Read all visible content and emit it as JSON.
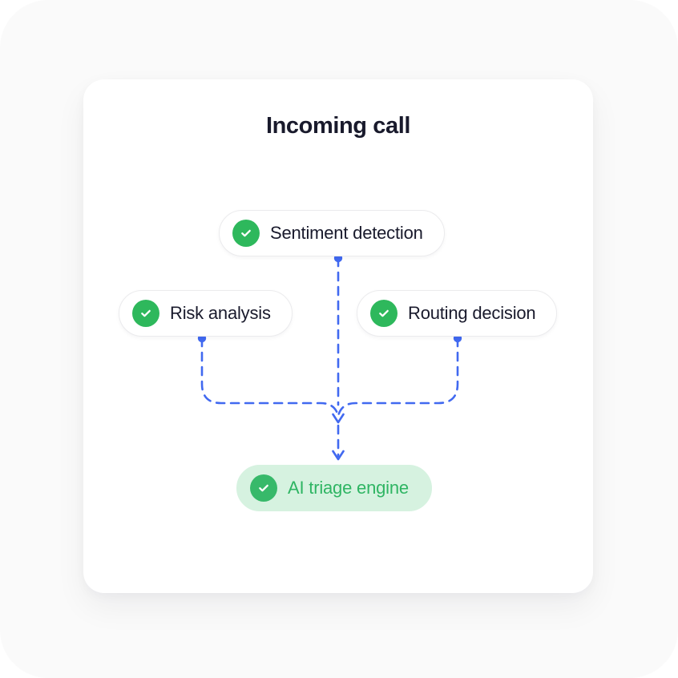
{
  "theme": {
    "page_background": "#ffffff",
    "canvas_background": "#fafafa",
    "card_background": "#ffffff",
    "accent_line": "#4169f0",
    "check_green": "#2eb85c",
    "highlight_background": "#d6f2e0",
    "highlight_text": "#2fb563",
    "title_text": "#191a2c",
    "pill_border": "#ebebed"
  },
  "card": {
    "title": "Incoming call",
    "nodes": [
      {
        "id": "sentiment-detection",
        "label": "Sentiment detection",
        "icon": "check-circle-icon",
        "state": "complete",
        "highlighted": false
      },
      {
        "id": "risk-analysis",
        "label": "Risk analysis",
        "icon": "check-circle-icon",
        "state": "complete",
        "highlighted": false
      },
      {
        "id": "routing-decision",
        "label": "Routing decision",
        "icon": "check-circle-icon",
        "state": "complete",
        "highlighted": false
      },
      {
        "id": "ai-triage-engine",
        "label": "AI triage engine",
        "icon": "check-circle-icon",
        "state": "complete",
        "highlighted": true
      }
    ],
    "connections": [
      {
        "from": "sentiment-detection",
        "to": "ai-triage-engine"
      },
      {
        "from": "risk-analysis",
        "to": "ai-triage-engine"
      },
      {
        "from": "routing-decision",
        "to": "ai-triage-engine"
      }
    ]
  }
}
